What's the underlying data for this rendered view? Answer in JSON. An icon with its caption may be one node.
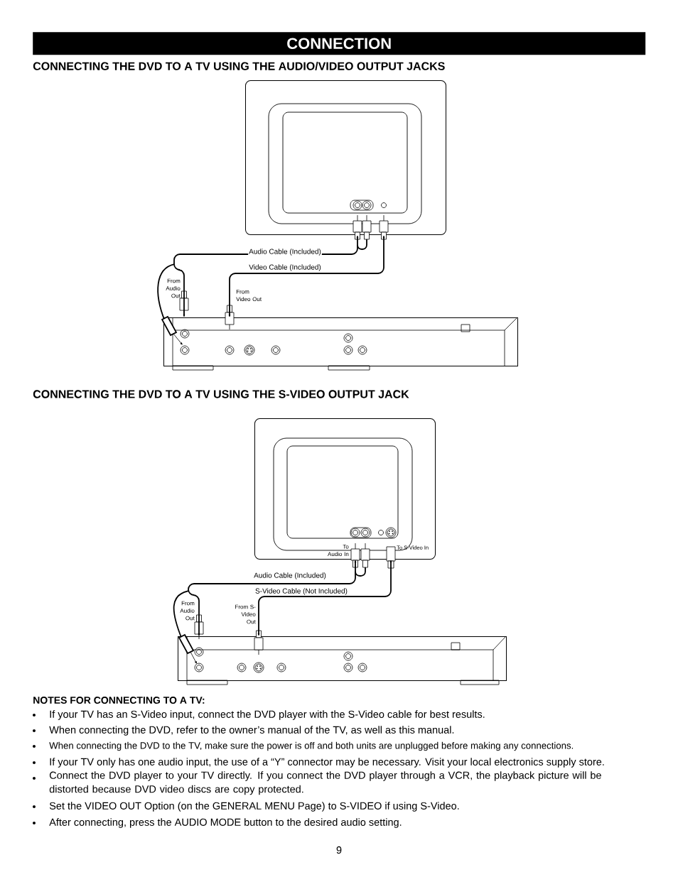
{
  "diagram": {
    "title": "CONNECTION",
    "nodes": [
      {
        "text": [],
        "shape": "picture"
      },
      {
        "text": [],
        "shape": "picture"
      },
      {
        "text": [],
        "shape": "picture"
      },
      {
        "text": [],
        "shape": "picture"
      }
    ],
    "edges": [
      {
        "from": 1,
        "to": 0,
        "arrow": "both",
        "label": "Audio Cable (Included)"
      },
      {
        "from": 1,
        "to": 0,
        "arrow": "both",
        "label": "Video Cable (Included)"
      },
      {
        "from": 3,
        "to": 2,
        "arrow": "both",
        "label": "Audio Cable (Included)"
      },
      {
        "from": 3,
        "to": 2,
        "arrow": "both",
        "label": "S-Video Cable (Not Included)"
      }
    ],
    "labels": [
      "CONNECTING THE DVD TO A TV USING THE AUDIO/VIDEO OUTPUT JACKS",
      "From Audio Out",
      "From Video Out",
      "CONNECTING THE DVD TO A TV USING THE S-VIDEO OUTPUT JACK",
      "To Audio In",
      "To S-Video In",
      "From Audio Out",
      "From S-Video Out",
      "NOTES FOR CONNECTING TO A TV:",
      "If your TV has an S-Video input, connect the DVD player with the S-Video cable for best results.",
      "When connecting the DVD, refer to the owner’s manual of the TV, as well as this manual.",
      "When connecting the DVD to the TV, make sure the power is off and both units are unplugged before making any connections.",
      "If your TV only has one audio input, the use of a “Y” connector may be necessary. Visit your local electronics supply store.",
      "Connect the DVD player to your TV directly. If you connect the DVD player through a VCR, the playback picture will be distorted because DVD video discs are copy protected.",
      "Set the VIDEO OUT Option (on the GENERAL MENU Page) to S-VIDEO if using S-Video.",
      "After connecting, press the AUDIO MODE button to the desired audio setting.",
      "9"
    ]
  }
}
